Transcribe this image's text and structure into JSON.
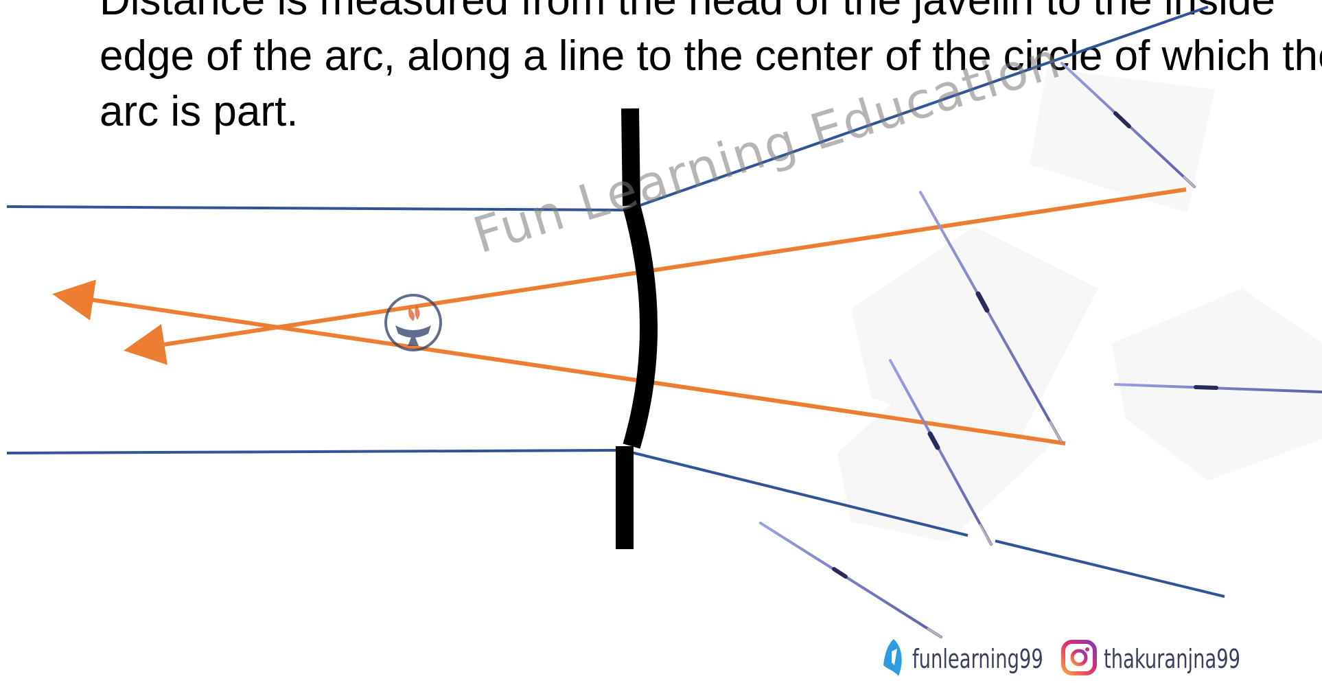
{
  "caption": {
    "line1": "Distance is measured from the head of the javelin to the inside",
    "line2": "edge of the arc, along a line to the center of the circle of which the",
    "line3": "arc is part."
  },
  "watermark": {
    "text": "Fun Learning Education"
  },
  "social": {
    "telegram_handle": "funlearning99",
    "instagram_handle": "thakuranjna99"
  },
  "colors": {
    "sector_line": "#2f5597",
    "measure_line": "#ed7d31",
    "arc_board": "#000000",
    "javelin": "#7a7fc9"
  },
  "icons": [
    "telegram-icon",
    "instagram-icon",
    "logo-icon"
  ]
}
